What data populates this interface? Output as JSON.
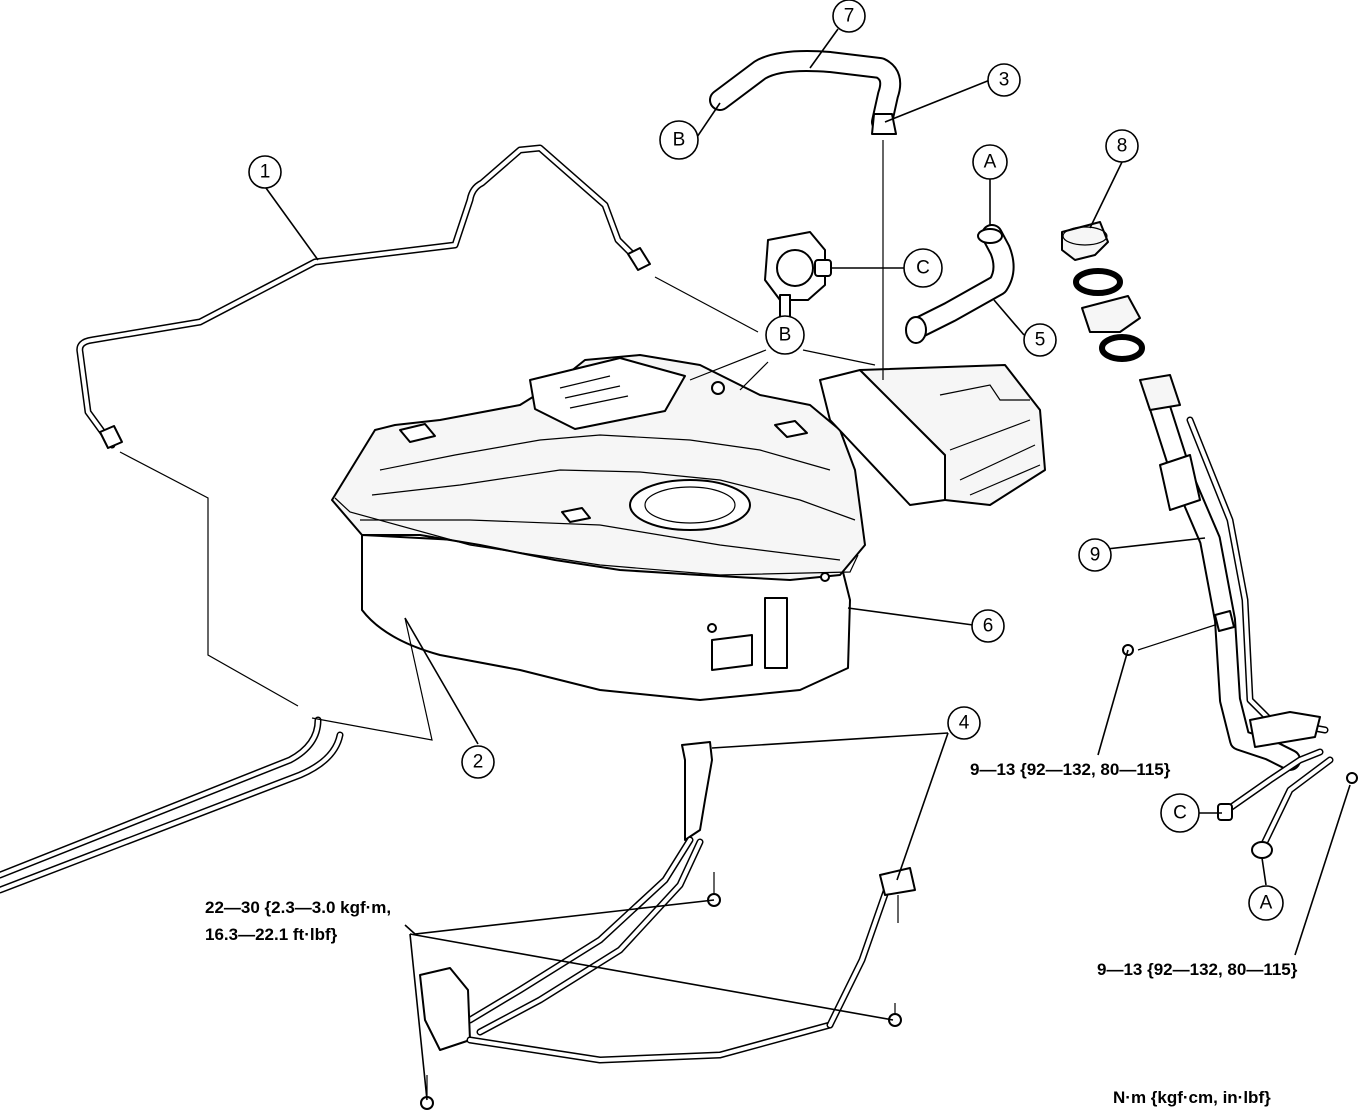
{
  "callouts": {
    "c1": "1",
    "c2": "2",
    "c3": "3",
    "c4": "4",
    "c5": "5",
    "c6": "6",
    "c7": "7",
    "c8": "8",
    "c9": "9",
    "cA_top": "A",
    "cA_bottom": "A",
    "cB_top": "B",
    "cB_mid": "B",
    "cC_top": "C",
    "cC_bottom": "C"
  },
  "torque_specs": {
    "strap_line1": "22—30 {2.3—3.0 kgf·m,",
    "strap_line2": "16.3—22.1 ft·lbf}",
    "filler_bracket": "9—13 {92—132, 80—115}",
    "filler_lower": "9—13 {92—132, 80—115}",
    "units": "N·m {kgf·cm, in·lbf}"
  }
}
